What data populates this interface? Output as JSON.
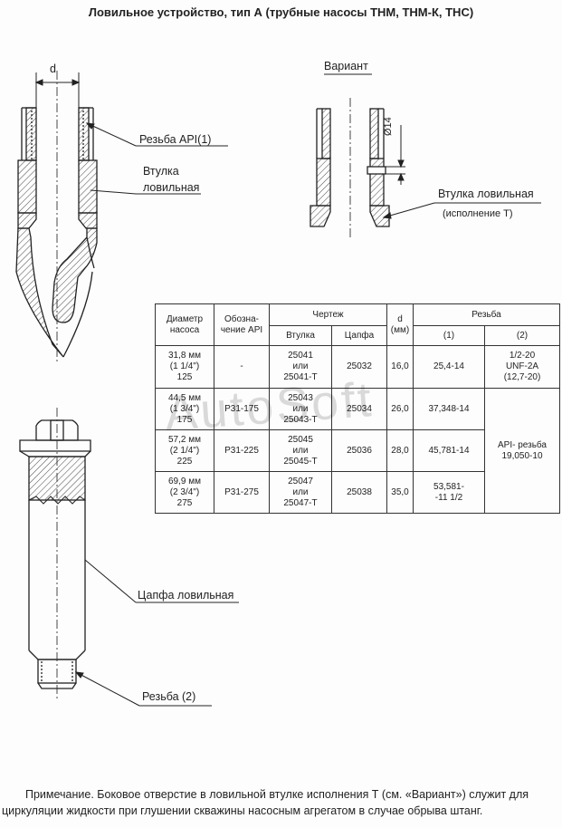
{
  "title": "Ловильное устройство, тип А (трубные насосы ТНМ, ТНМ-К, ТНС)",
  "labels": {
    "d": "d",
    "thread_api1": "Резьба API(1)",
    "bushing_1": "Втулка",
    "bushing_2": "ловильная",
    "variant": "Вариант",
    "dim_14": "Ø14",
    "bushing_variant": "Втулка ловильная",
    "variant_execution": "(исполнение Т)",
    "pin": "Цапфа ловильная",
    "thread_2": "Резьба (2)"
  },
  "table": {
    "headers": {
      "diameter": [
        "Диаметр",
        "насоса"
      ],
      "designation": [
        "Обозна-",
        "чение API"
      ],
      "drawing": "Чертеж",
      "bushing": "Втулка",
      "pin": "Цапфа",
      "d": [
        "d",
        "(мм)"
      ],
      "thread": "Резьба",
      "thread1": "(1)",
      "thread2": "(2)"
    },
    "rows": [
      {
        "diameter": [
          "31,8 мм",
          "(1 1/4\")",
          "125"
        ],
        "api": "-",
        "bushing": [
          "25041",
          "или",
          "25041-Т"
        ],
        "pin": "25032",
        "d": "16,0",
        "thread1": "25,4-14"
      },
      {
        "diameter": [
          "44,5 мм",
          "(1 3/4\")",
          "175"
        ],
        "api": "Р31-175",
        "bushing": [
          "25043",
          "или",
          "25043-Т"
        ],
        "pin": "25034",
        "d": "26,0",
        "thread1": "37,348-14"
      },
      {
        "diameter": [
          "57,2 мм",
          "(2 1/4\")",
          "225"
        ],
        "api": "Р31-225",
        "bushing": [
          "25045",
          "или",
          "25045-Т"
        ],
        "pin": "25036",
        "d": "28,0",
        "thread1": "45,781-14"
      },
      {
        "diameter": [
          "69,9 мм",
          "(2 3/4\")",
          "275"
        ],
        "api": "Р31-275",
        "bushing": [
          "25047",
          "или",
          "25047-Т"
        ],
        "pin": "25038",
        "d": "35,0",
        "thread1": [
          "53,581-",
          "-11 1/2"
        ]
      }
    ],
    "thread2_first": [
      "1/2-20",
      "UNF-2A",
      "(12,7-20)"
    ],
    "thread2_rest": [
      "API- резьба",
      "19,050-10"
    ]
  },
  "watermark": "AutoSoft",
  "note": {
    "line1": "Примечание. Боковое отверстие в ловильной втулке исполнения Т (см. «Вариант») служит для",
    "line2": "циркуляции жидкости при глушении скважины насосным агрегатом в случае обрыва штанг."
  }
}
